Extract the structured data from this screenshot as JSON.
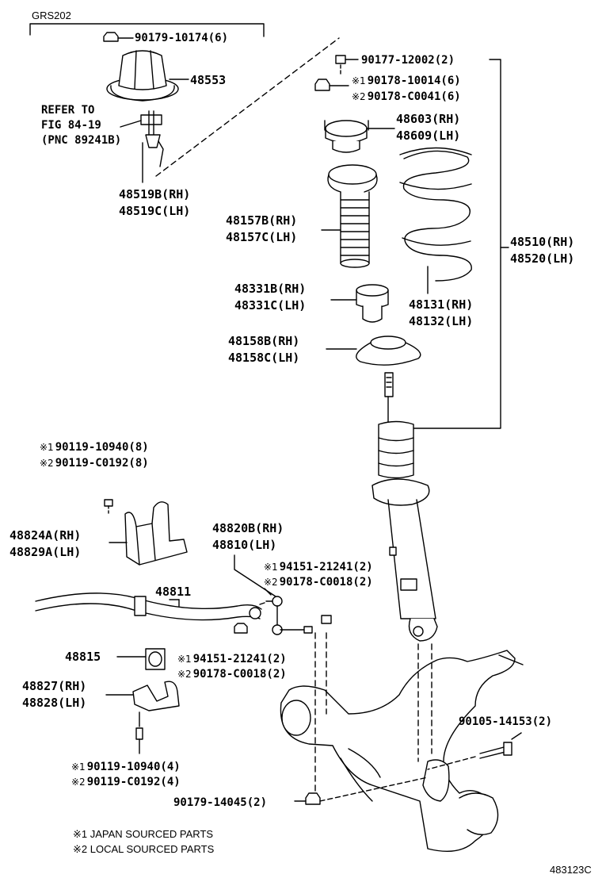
{
  "header": {
    "model": "GRS202"
  },
  "footer": {
    "figure_code": "483123C"
  },
  "notes": {
    "mark1": "※1",
    "mark2": "※2",
    "n1": "JAPAN SOURCED PARTS",
    "n2": "LOCAL SOURCED PARTS"
  },
  "refer": {
    "line1": "REFER TO",
    "line2": "FIG 84-19",
    "line3": "(PNC 89241B)"
  },
  "parts": {
    "p9017910174": "90179-10174(6)",
    "p48553": "48553",
    "p48519b": "48519B(RH)",
    "p48519c": "48519C(LH)",
    "p9017712002": "90177-12002(2)",
    "p9017810014": "90178-10014(6)",
    "p90178c0041": "90178-C0041(6)",
    "p48603": "48603(RH)",
    "p48609": "48609(LH)",
    "p48157b": "48157B(RH)",
    "p48157c": "48157C(LH)",
    "p48510": "48510(RH)",
    "p48520": "48520(LH)",
    "p48331b": "48331B(RH)",
    "p48331c": "48331C(LH)",
    "p48131": "48131(RH)",
    "p48132": "48132(LH)",
    "p48158b": "48158B(RH)",
    "p48158c": "48158C(LH)",
    "p9011910940a": "90119-10940(8)",
    "p90119c0192a": "90119-C0192(8)",
    "p48824a": "48824A(RH)",
    "p48829a": "48829A(LH)",
    "p48820b": "48820B(RH)",
    "p48810": "48810(LH)",
    "p9415121241a": "94151-21241(2)",
    "p90178c0018a": "90178-C0018(2)",
    "p48811": "48811",
    "p48815": "48815",
    "p9415121241b": "94151-21241(2)",
    "p90178c0018b": "90178-C0018(2)",
    "p48827": "48827(RH)",
    "p48828": "48828(LH)",
    "p9010514153": "90105-14153(2)",
    "p9011910940b": "90119-10940(4)",
    "p90119c0192b": "90119-C0192(4)",
    "p9017914045": "90179-14045(2)"
  }
}
